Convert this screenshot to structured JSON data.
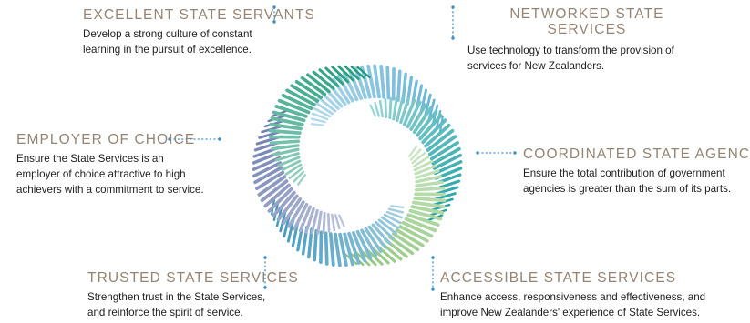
{
  "colors": {
    "title": "#958473",
    "connector": "#3d8fc5",
    "arcs": [
      "#5fb0d4",
      "#1fa1a5",
      "#8cc67a",
      "#3a95bb",
      "#6979ad",
      "#1e9a78"
    ]
  },
  "items": [
    {
      "title": "EXCELLENT STATE SERVANTS",
      "lines": [
        "Develop a strong culture of constant",
        "learning in the pursuit of excellence."
      ]
    },
    {
      "title_lines": [
        "NETWORKED STATE",
        "SERVICES"
      ],
      "lines": [
        "Use technology to transform the provision of",
        "services for New Zealanders."
      ]
    },
    {
      "title": "EMPLOYER OF CHOICE",
      "lines": [
        "Ensure the State Services is an",
        "employer of choice attractive to high",
        "achievers with a commitment to service."
      ]
    },
    {
      "title": "COORDINATED STATE AGENCIES",
      "lines": [
        "Ensure the total contribution of government",
        "agencies is greater than the sum of its parts."
      ]
    },
    {
      "title": "TRUSTED STATE SERVICES",
      "lines": [
        "Strengthen trust in the State Services,",
        "and reinforce the spirit of service."
      ]
    },
    {
      "title": "ACCESSIBLE STATE SERVICES",
      "lines": [
        "Enhance access, responsiveness and effectiveness, and",
        "improve New Zealanders' experience of State Services."
      ]
    }
  ]
}
